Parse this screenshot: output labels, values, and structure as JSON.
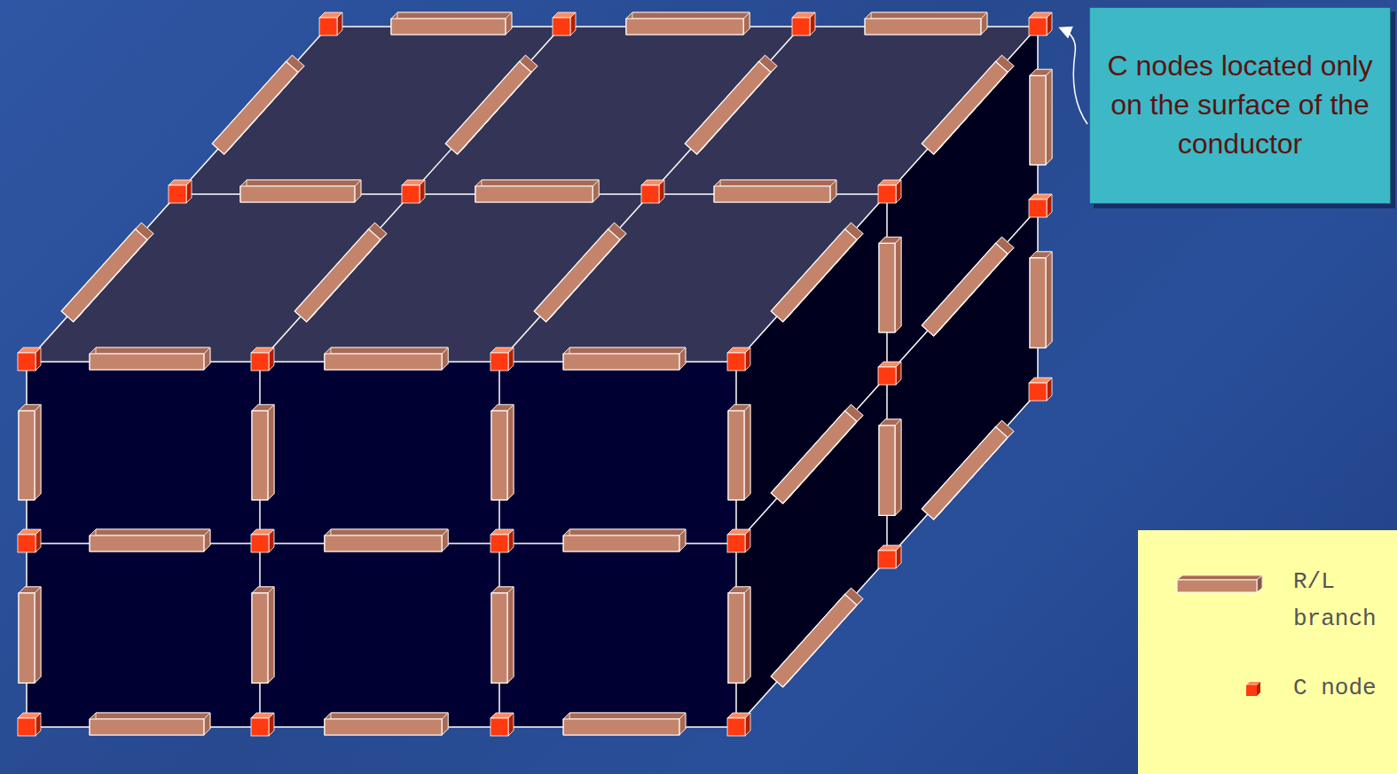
{
  "diagram": {
    "nodes": [
      {
        "text": [
          "C nodes located only on the surface of the conductor"
        ]
      }
    ],
    "legend": [
      {
        "text": "R/L branch"
      },
      {
        "text": "C node"
      }
    ]
  }
}
